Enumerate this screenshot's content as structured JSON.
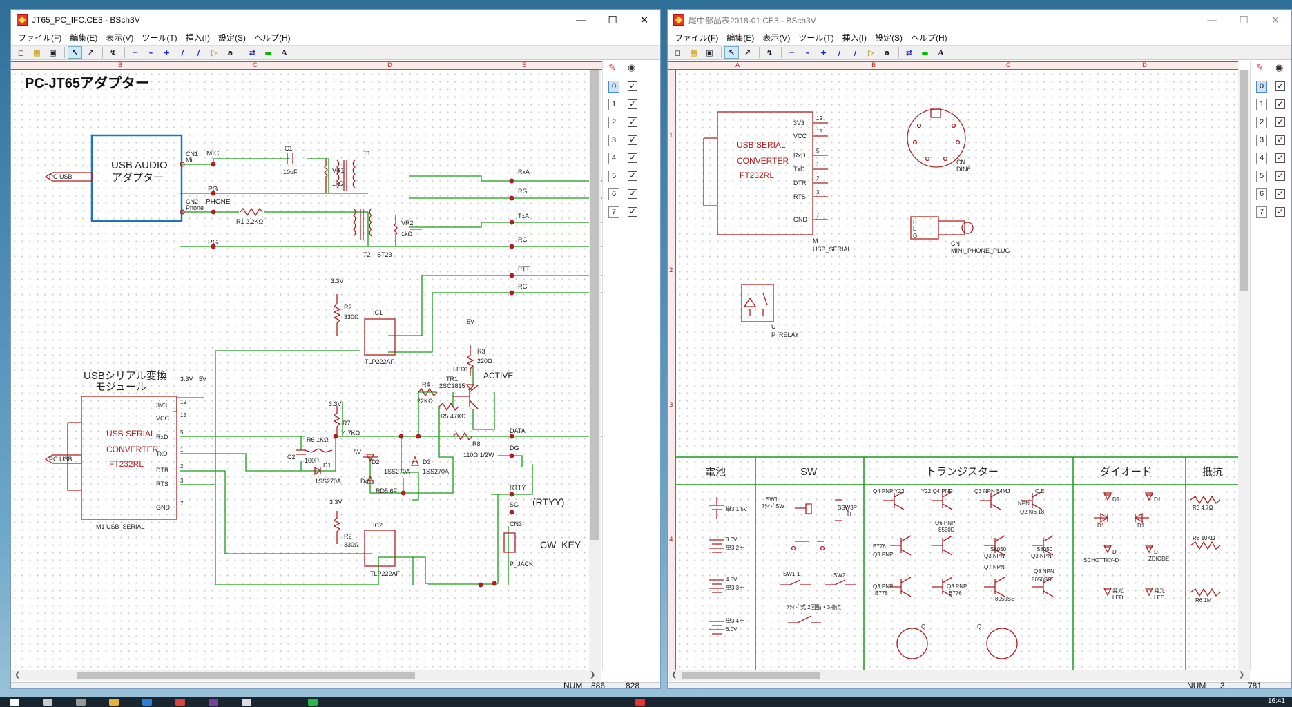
{
  "left_window": {
    "title": "JT65_PC_IFC.CE3 - BSch3V",
    "menu": [
      "ファイル(F)",
      "編集(E)",
      "表示(V)",
      "ツール(T)",
      "挿入(I)",
      "設定(S)",
      "ヘルプ(H)"
    ],
    "ruler_cols": [
      "B",
      "C",
      "D",
      "E"
    ],
    "layers": [
      "0",
      "1",
      "2",
      "3",
      "4",
      "5",
      "6",
      "7"
    ],
    "status": {
      "mode": "NUM",
      "x": "886",
      "y": "828"
    },
    "schematic": {
      "title": "PC-JT65アダプター",
      "usb_audio": [
        "USB AUDIO",
        "アダプター"
      ],
      "pc_usb": "PC USB",
      "cn1": "CN1",
      "mic": "Mic",
      "cn2": "CN2",
      "phone": "Phone",
      "MIC": "MIC",
      "PG": "PG",
      "PHONE": "PHONE",
      "c1": "C1",
      "c1v": "10uF",
      "vr1": "VR1",
      "vr1v": "1kΩ",
      "t1": "T1",
      "r1": "R1  2.2KΩ",
      "vr2": "VR2",
      "vr2v": "1kΩ",
      "t2": "T2",
      "st23": "ST23",
      "rxa": "RxA",
      "rg": "RG",
      "txa": "TxA",
      "ptt": "PTT",
      "v33": "3.3V",
      "v5": "5V",
      "r2": "R2",
      "r2v": "330Ω",
      "ic1": "IC1",
      "tlp": "TLP222AF",
      "r3": "R3",
      "r3v": "220Ω",
      "led1": "LED1",
      "active": "ACTIVE",
      "tr1": "TR1",
      "tr1v": "2SC1815",
      "r4": "R4",
      "r4v": "22KΩ",
      "r5": "R5  47KΩ",
      "module": [
        "USBシリアル変換",
        "モジュール"
      ],
      "conv": [
        "USB SERIAL",
        "CONVERTER",
        "FT232RL"
      ],
      "pins": [
        "3V3",
        "VCC",
        "RxD",
        "TxD",
        "DTR",
        "RTS",
        "GND"
      ],
      "pinnums": [
        "19",
        "15",
        "5",
        "1",
        "2",
        "3",
        "7"
      ],
      "m1": "M1   USB_SERIAL",
      "r6": "R6  1KΩ",
      "r7": "R7",
      "r7v": "4.7KΩ",
      "c2": "C2",
      "c2v": "100P",
      "d1": "D1",
      "d1v": "1SS270A",
      "d2": "D2",
      "d2v": "1SS270A",
      "d3": "D3",
      "d3v": "1SS270A",
      "d4": "D4",
      "d4v": "RD5.6F",
      "r8": "R8",
      "r8v": "110Ω 1/2W",
      "data": "DATA",
      "dg": "DG",
      "rtty": "RTTY",
      "sg": "SG",
      "rtyy": "(RTYY)",
      "cn3": "CN3",
      "pjack": "P_JACK",
      "cwkey": "CW_KEY",
      "r9": "R9",
      "r9v": "330Ω",
      "ic2": "IC2"
    }
  },
  "right_window": {
    "title": "尾中部品表2018-01.CE3 - BSch3V",
    "menu": [
      "ファイル(F)",
      "編集(E)",
      "表示(V)",
      "ツール(T)",
      "挿入(I)",
      "設定(S)",
      "ヘルプ(H)"
    ],
    "ruler_cols": [
      "A",
      "B",
      "C",
      "D"
    ],
    "ruler_rows": [
      "1",
      "2",
      "3",
      "4"
    ],
    "layers": [
      "0",
      "1",
      "2",
      "3",
      "4",
      "5",
      "6",
      "7"
    ],
    "status": {
      "mode": "NUM",
      "x": "3",
      "y": "781"
    },
    "parts": {
      "conv": [
        "USB SERIAL",
        "CONVERTER",
        "FT232RL"
      ],
      "pins": [
        "3V3",
        "VCC",
        "RxD",
        "TxD",
        "DTR",
        "RTS",
        "GND"
      ],
      "pinnums": [
        "19",
        "15",
        "5",
        "1",
        "2",
        "3",
        "7"
      ],
      "m": "M",
      "usb_serial": "USB_SERIAL",
      "cn": "CN",
      "din6": "DIN6",
      "plug_pins": [
        "R",
        "L",
        "G"
      ],
      "mini_phone": "MINI_PHONE_PLUG",
      "u": "U",
      "p_relay": "P_RELAY"
    },
    "table_headers": [
      "電池",
      "SW",
      "トランジスター",
      "ダイオード",
      "抵抗"
    ],
    "table_labels": {
      "bat1": "単3  1.5V",
      "bat2a": "3.0V",
      "bat2b": "単3  2ヶ",
      "bat3a": "4.5V",
      "bat3b": "単3  3ヶ",
      "bat4a": "単3  4ヶ",
      "bat4b": "6.0V",
      "sw1": "SW1",
      "sw1b": "ｽﾗｲﾄﾞSW",
      "ssw3p": "SSW3P",
      "u": "U",
      "sw11": "SW1-1",
      "sw2": "SW2",
      "slide3": "ｽﾗｲﾄﾞ式  2回動・3接点",
      "q4a": "Q4  PNP  Y22",
      "q4b": "Y22  Q4  PNP",
      "q3a": "Q3  NPN  54MJ",
      "npn": "NPN",
      "q2": "Q2  t06  18",
      "ce": "C   E",
      "q6": "Q6  PNP",
      "b8550d": "8550D",
      "b776": "B776",
      "q3pnp": "Q3  PNP",
      "s8050a": "S8050",
      "q3npn1": "Q3  NPN",
      "s8050b": "S8050",
      "q3npn2": "Q3  NPN",
      "q7": "Q7  NPN",
      "q8": "Q8  NPN",
      "s8050ss": "8050SS",
      "s8050ss2": "8050SS",
      "q3pnp2": "Q3  PNP",
      "b776b": "B776",
      "q3pnp3": "Q3  PNP",
      "b776c": "B776",
      "q": "Q",
      "q2b": "Q",
      "d1a": "D1",
      "d1b": "D1",
      "d1c": "D1",
      "d1d": "D1",
      "d": "D",
      "schottky": "SCHOTTKY-D",
      "dd": "D",
      "zdiode": "ZDIODE",
      "led1": "発光",
      "led1b": "LED",
      "led2": "発光",
      "led2b": "LED",
      "r3": "R3  4.7Ω",
      "r8": "R8 10KΩ",
      "r6": "R6   1M"
    }
  },
  "taskbar": {
    "clock": "16:41"
  }
}
